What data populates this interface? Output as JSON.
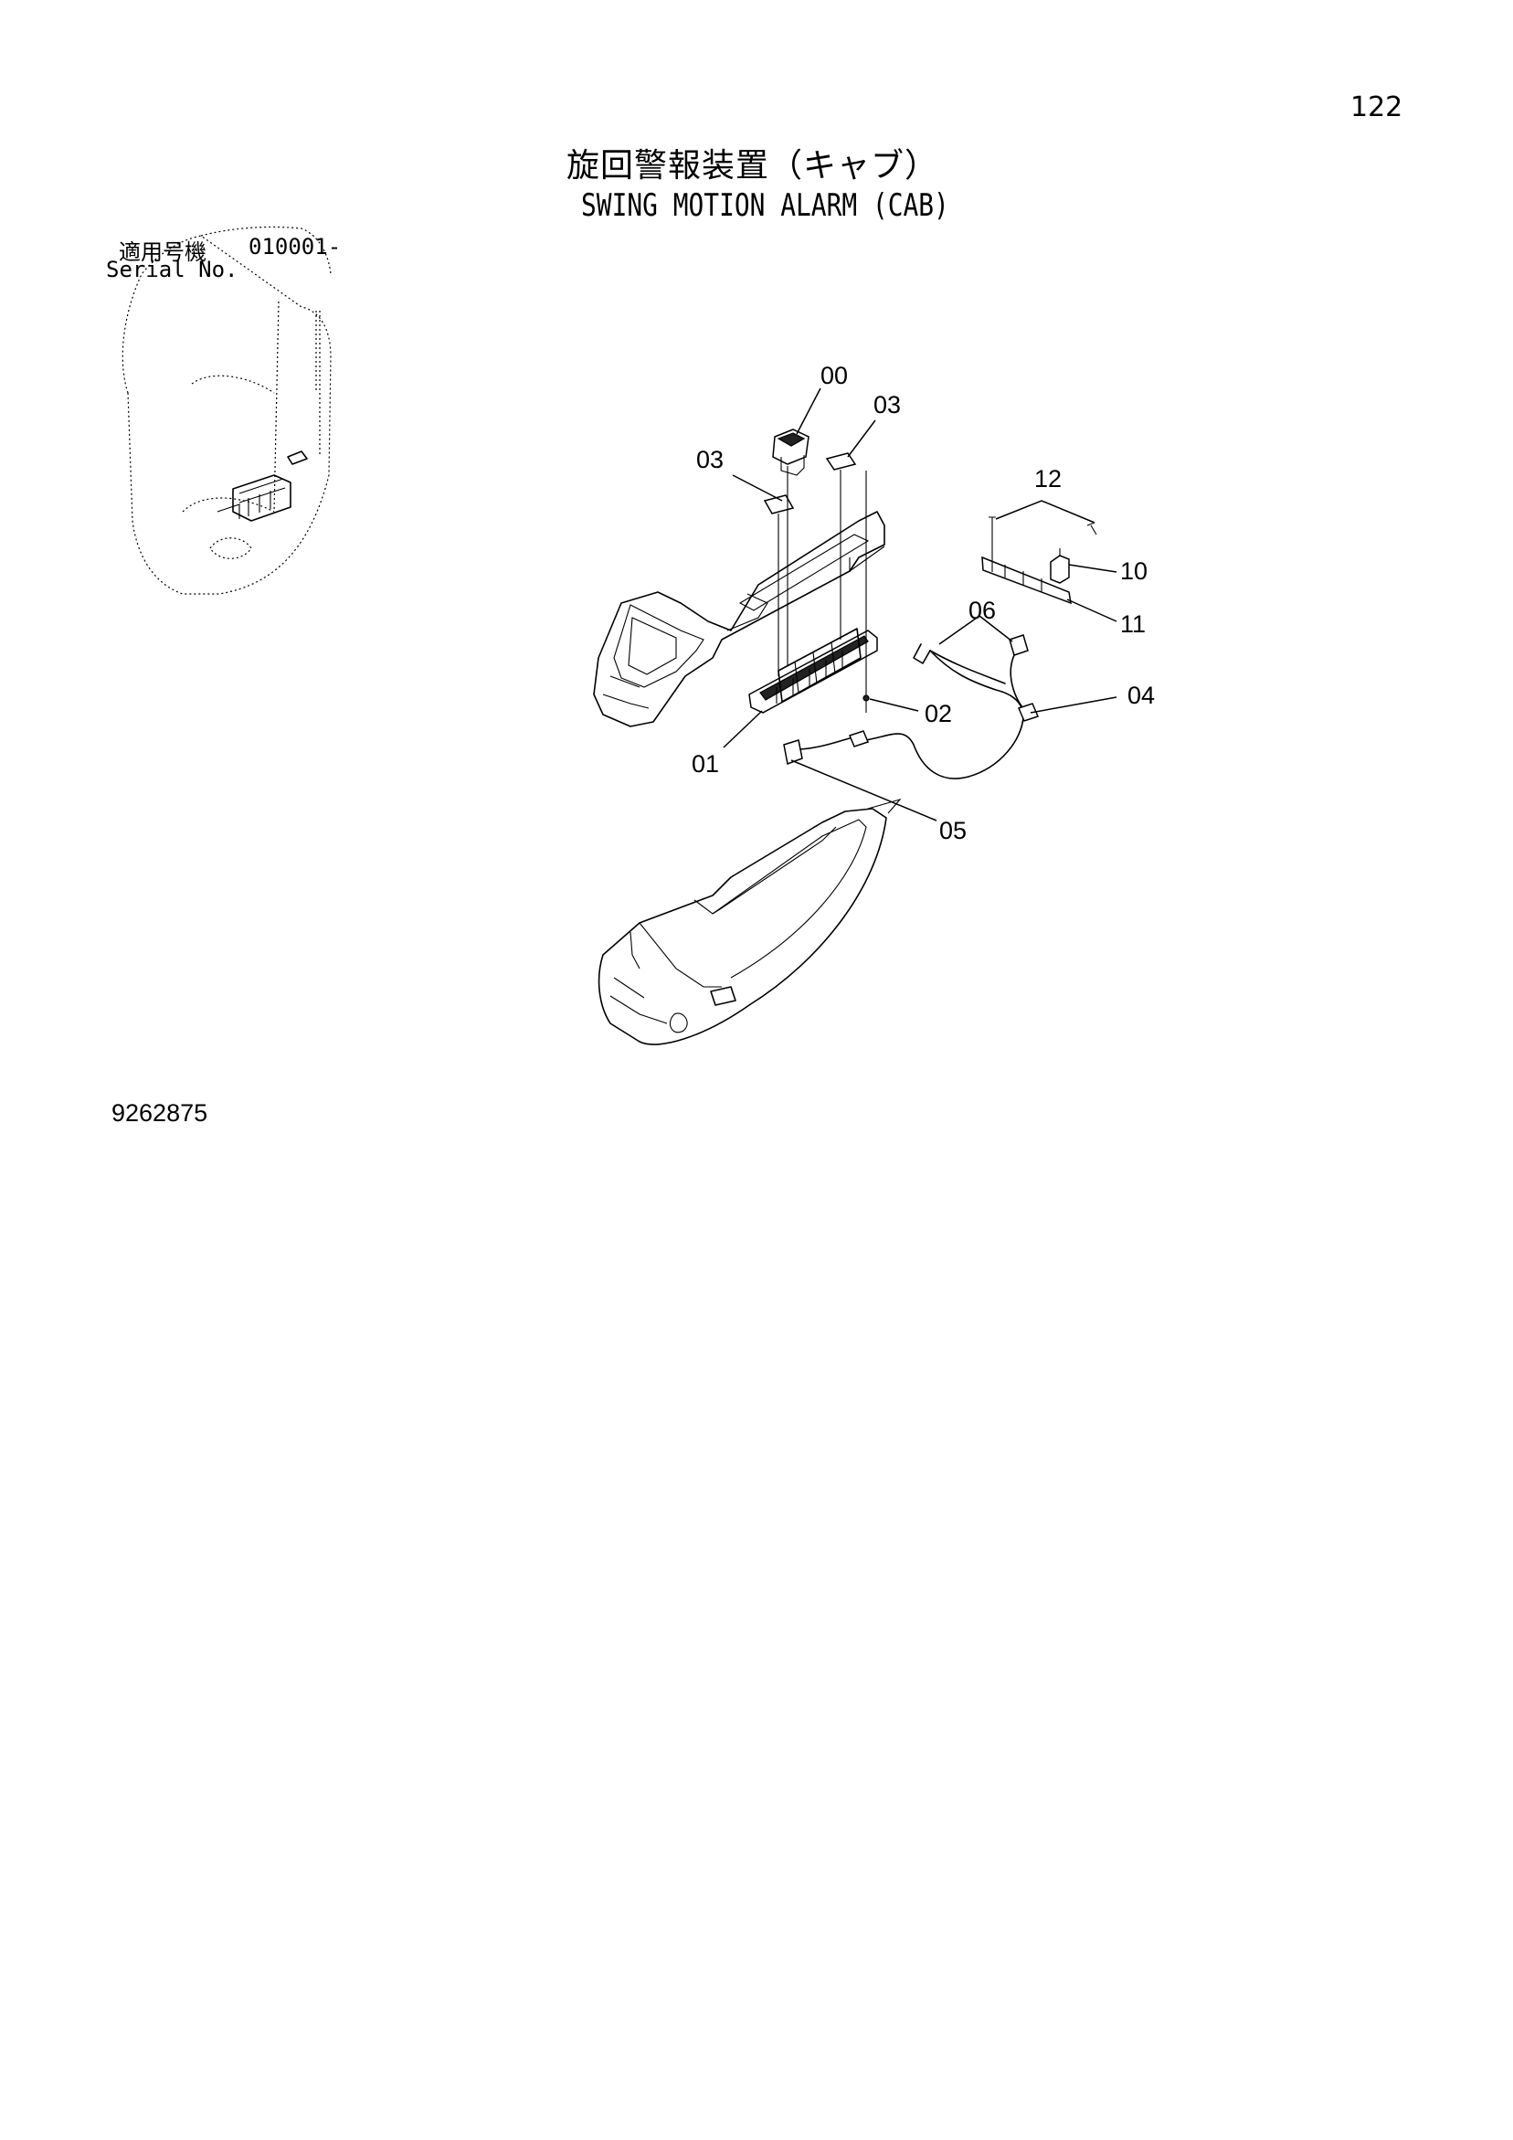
{
  "page_number": "122",
  "title": {
    "japanese": "旋回警報装置（キャブ）",
    "english": "SWING MOTION ALARM (CAB)"
  },
  "serial": {
    "label_jp": "適用号機",
    "value": "010001-",
    "label_en": "Serial No."
  },
  "drawing_number": "9262875",
  "callouts": {
    "c00": "00",
    "c03a": "03",
    "c03b": "03",
    "c12": "12",
    "c10": "10",
    "c11": "11",
    "c06": "06",
    "c04": "04",
    "c02": "02",
    "c01": "01",
    "c05": "05"
  }
}
